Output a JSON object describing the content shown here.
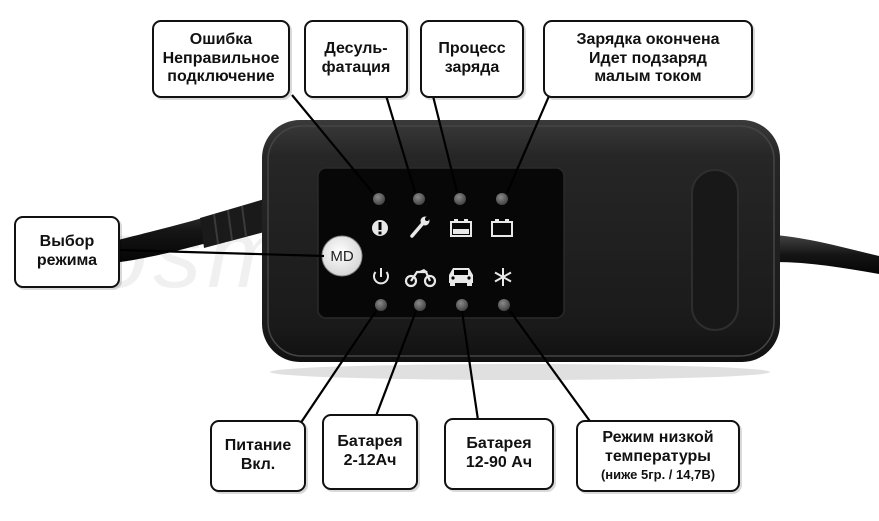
{
  "watermark": "kosmodrom.ua",
  "device": {
    "mode_button_label": "MD"
  },
  "callouts": {
    "error": [
      "Ошибка",
      "Неправильное",
      "подключение"
    ],
    "desulfation": [
      "Десуль-",
      "фатация"
    ],
    "charging": [
      "Процесс",
      "заряда"
    ],
    "complete": [
      "Зарядка окончена",
      "Идет подзаряд",
      "малым током"
    ],
    "mode_select": [
      "Выбор",
      "режима"
    ],
    "power": [
      "Питание",
      "Вкл."
    ],
    "battery_small": [
      "Батарея",
      "2-12Ач"
    ],
    "battery_large": [
      "Батарея",
      "12-90 Ач"
    ],
    "low_temp": [
      "Режим низкой",
      "температуры",
      "(ниже 5гр. / 14,7В)"
    ]
  },
  "icons": {
    "top": [
      "exclamation-icon",
      "wrench-icon",
      "battery-charging-icon",
      "battery-icon"
    ],
    "bottom": [
      "power-icon",
      "motorcycle-icon",
      "car-icon",
      "snowflake-icon"
    ]
  },
  "colors": {
    "body": "#1e1e1e",
    "panel": "#0a0a0a",
    "led": "#5a5a5a",
    "icon": "#e8e8e8"
  }
}
